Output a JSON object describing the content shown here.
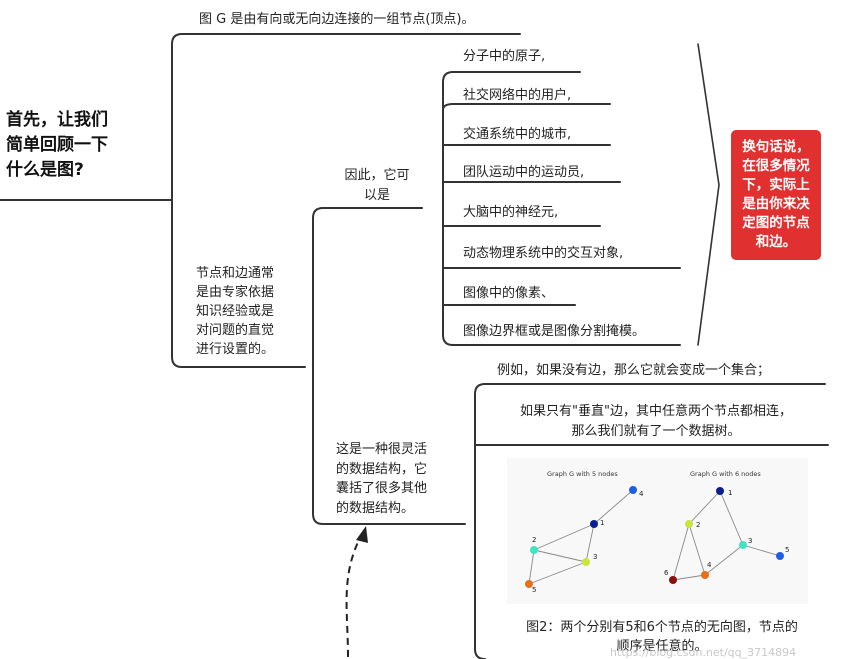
{
  "root": {
    "lines": [
      "首先，让我们",
      "简单回顾一下",
      "什么是图?"
    ]
  },
  "definition": "图 G 是由有向或无向边连接的一组节点(顶点)。",
  "nodes_edges_note": {
    "lines": [
      "节点和边通常",
      "是由专家依据",
      "知识经验或是",
      "对问题的直觉",
      "进行设置的。"
    ]
  },
  "therefore": {
    "lines": [
      "因此，它可",
      "以是"
    ]
  },
  "examples": [
    "分子中的原子,",
    "社交网络中的用户,",
    "交通系统中的城市,",
    "团队运动中的运动员,",
    "大脑中的神经元,",
    "动态物理系统中的交互对象,",
    "图像中的像素、",
    "图像边界框或是图像分割掩模。"
  ],
  "callout": {
    "lines": [
      "换句话说，",
      "在很多情况",
      "下，实际上",
      "是由你来决",
      "定图的节点",
      "和边。"
    ],
    "color": "#e03030"
  },
  "flexible": {
    "lines": [
      "这是一种很灵活",
      "的数据结构，它",
      "囊括了很多其他",
      "的数据结构。"
    ]
  },
  "no_edge": "例如，如果没有边，那么它就会变成一个集合；",
  "vertical_edge": {
    "lines": [
      "如果只有\"垂直\"边，其中任意两个节点都相连，",
      "那么我们就有了一个数据树。"
    ]
  },
  "figure": {
    "graph5": {
      "title": "Graph G with 5 nodes",
      "nodes": [
        {
          "label": "1",
          "color": "#0a1f8f"
        },
        {
          "label": "2",
          "color": "#3ee6c0"
        },
        {
          "label": "3",
          "color": "#c8e63c"
        },
        {
          "label": "4",
          "color": "#1f5ee6"
        },
        {
          "label": "5",
          "color": "#e8701a"
        }
      ]
    },
    "graph6": {
      "title": "Graph G with 6 nodes",
      "nodes": [
        {
          "label": "1",
          "color": "#0a1f8f"
        },
        {
          "label": "2",
          "color": "#c8e63c"
        },
        {
          "label": "3",
          "color": "#3ee6c0"
        },
        {
          "label": "4",
          "color": "#e8701a"
        },
        {
          "label": "5",
          "color": "#1f5ee6"
        },
        {
          "label": "6",
          "color": "#8b1010"
        }
      ]
    },
    "caption": {
      "lines": [
        "图2：两个分别有5和6个节点的无向图，节点的",
        "顺序是任意的。"
      ]
    }
  },
  "watermark": "https://blog.csdn.net/qq_3714894"
}
